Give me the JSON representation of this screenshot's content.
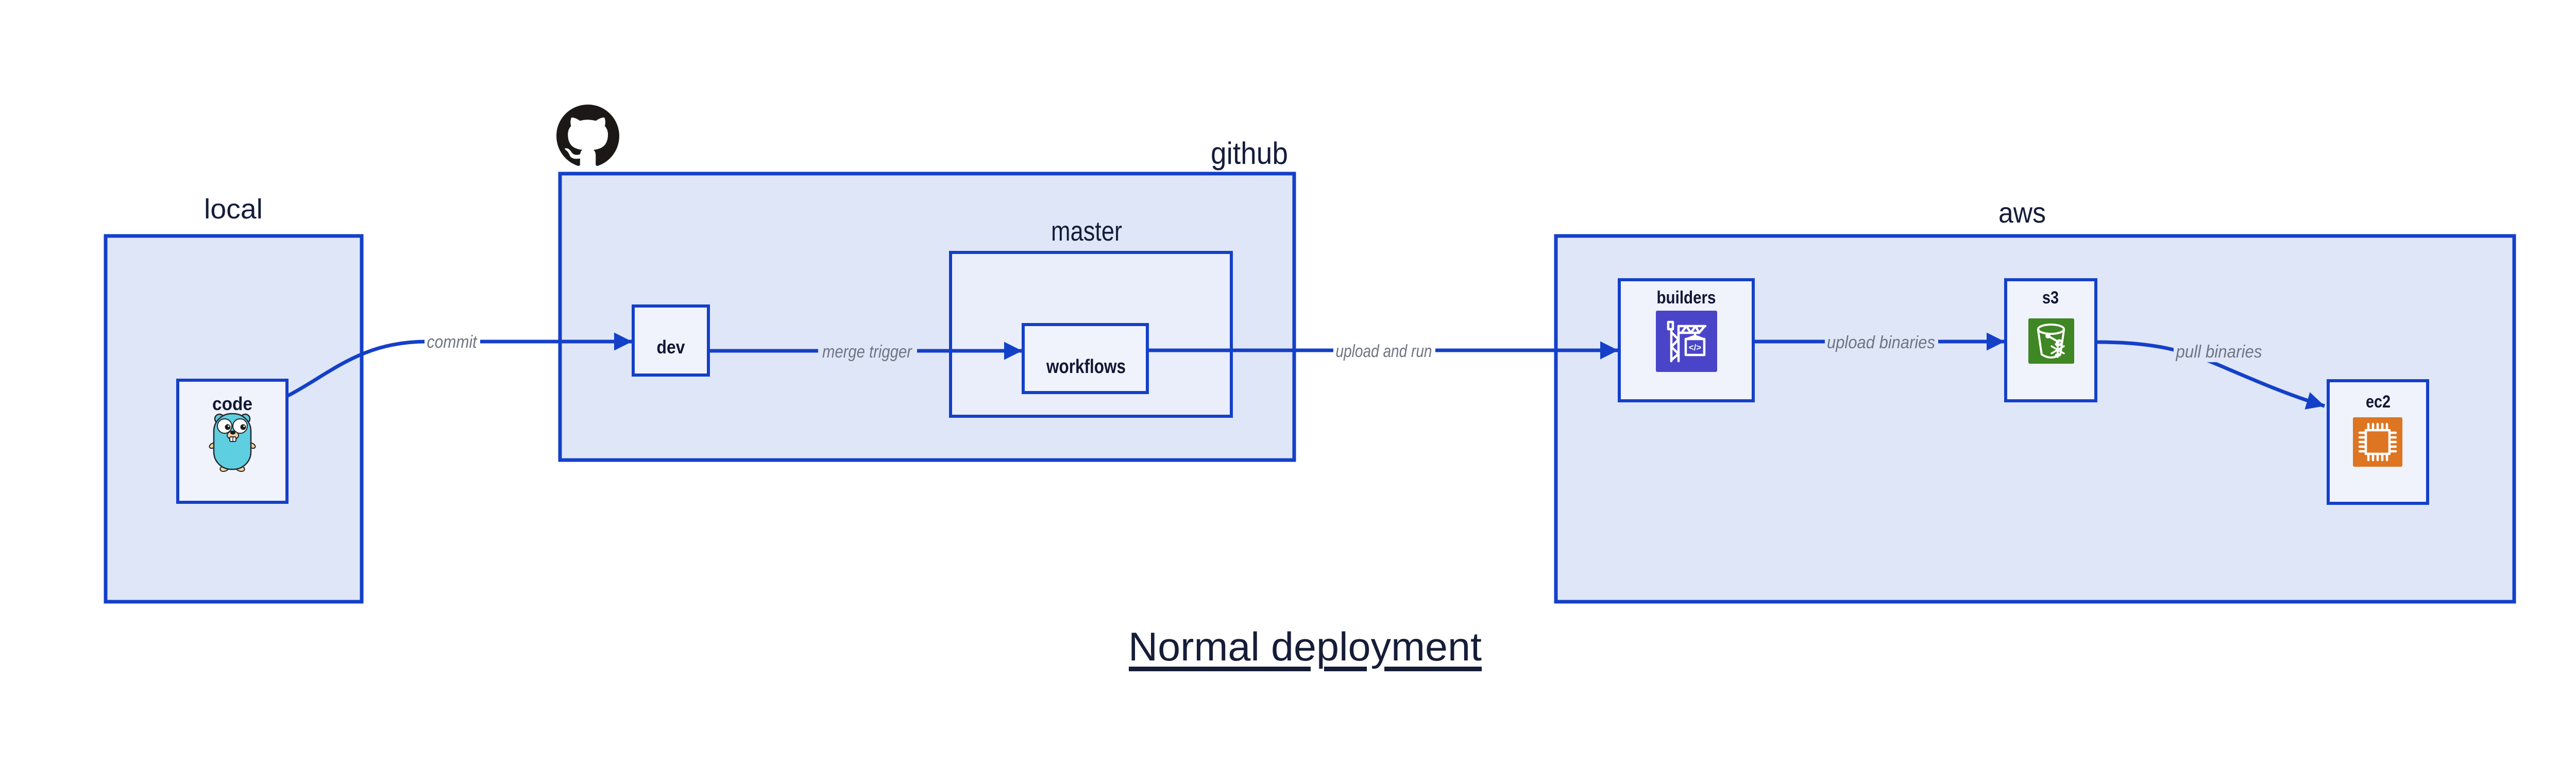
{
  "title": {
    "text": "Normal deployment"
  },
  "clusters": {
    "local": {
      "label": "local"
    },
    "github": {
      "label": "github"
    },
    "master": {
      "label": "master"
    },
    "aws": {
      "label": "aws"
    }
  },
  "nodes": {
    "code": {
      "label": "code",
      "icon": "go-gopher-icon"
    },
    "dev": {
      "label": "dev"
    },
    "workflows": {
      "label": "workflows"
    },
    "builders": {
      "label": "builders",
      "icon": "codebuild-crane-icon",
      "icon_glyph": "</>"
    },
    "s3": {
      "label": "s3",
      "icon": "s3-bucket-glacier-icon"
    },
    "ec2": {
      "label": "ec2",
      "icon": "ec2-chip-icon"
    }
  },
  "edges": {
    "commit": {
      "label": "commit"
    },
    "merge_trigger": {
      "label": "merge trigger"
    },
    "upload_and_run": {
      "label": "upload and run"
    },
    "upload_binaries": {
      "label": "upload binaries"
    },
    "pull_binaries": {
      "label": "pull binaries"
    }
  },
  "icons": {
    "octocat": "github-octocat-icon"
  },
  "colors": {
    "canvas_bg": "#ffffff",
    "box_border": "#1440c8",
    "cluster_fill": "#dfe6f8",
    "mid_fill": "#eaeefb",
    "node_fill": "#f0f3fc",
    "arrow": "#1440c8",
    "edge_label_text": "#6f7582",
    "heading_text": "#151d3b",
    "node_text": "#111735",
    "title_text": "#161d38",
    "octocat": "#1b1817",
    "codebuild_icon_bg": "#4a45c8",
    "s3_icon_bg": "#3f8624",
    "ec2_icon_bg": "#dd7522",
    "gopher_body": "#5ecfe0",
    "gopher_accent": "#f2d3a2"
  }
}
